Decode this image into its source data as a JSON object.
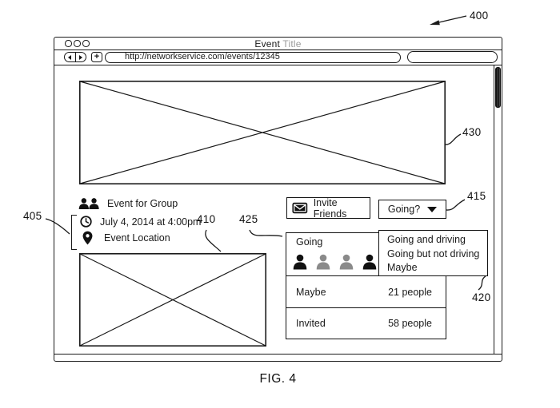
{
  "figure": {
    "caption": "FIG. 4",
    "reference": "400"
  },
  "ref_labels": {
    "event_info": "405",
    "photo": "410",
    "rsvp_dropdown": "415",
    "rsvp_table": "420",
    "invite": "425",
    "cover_image": "430"
  },
  "browser": {
    "title_primary": "Event",
    "title_secondary": "Title",
    "url": "http://networkservice.com/events/12345",
    "new_tab_label": "+"
  },
  "event": {
    "name": "Event for Group",
    "datetime": "July 4, 2014 at 4:00pm",
    "location": "Event Location"
  },
  "actions": {
    "invite_label": "Invite Friends",
    "rsvp_label": "Going?"
  },
  "rsvp_menu": {
    "items": [
      "Going and driving",
      "Going but not driving",
      "Maybe"
    ]
  },
  "rsvp_table": {
    "rows": [
      {
        "label": "Going",
        "value": ""
      },
      {
        "label": "Maybe",
        "value": "21 people"
      },
      {
        "label": "Invited",
        "value": "58 people"
      }
    ]
  },
  "icons": {
    "group": "two-people-icon",
    "time": "clock-icon",
    "location": "map-pin-icon",
    "invite": "envelope-icon",
    "dropdown": "caret-down-icon"
  },
  "colors": {
    "line": "#1a1a1a",
    "muted_text": "#9a9a9a",
    "person_gray": "#8a8a8a"
  }
}
